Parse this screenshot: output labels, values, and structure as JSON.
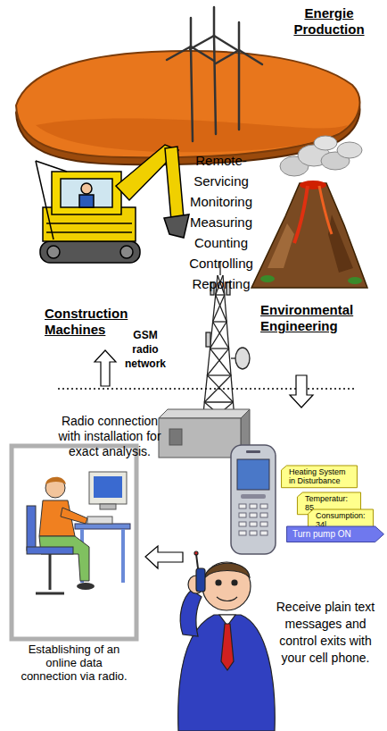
{
  "diagram": {
    "nodes": [
      {
        "text": [
          "Heating System in Disturbance"
        ]
      },
      {
        "text": [
          "Temperatur: 85"
        ]
      },
      {
        "text": [
          "Consumption: 34l"
        ]
      },
      {
        "text": [
          "Turn pump ON"
        ]
      }
    ],
    "labels": [
      "Energie Production",
      "Remote-Servicing Monitoring Measuring Counting Controlling Reporting",
      "Construction Machines",
      "GSM radio network",
      "Environmental Engineering",
      "Radio connection with installation for exact analysis.",
      "Establishing of an online data connection via radio.",
      "Receive plain text messages and control exits with your cell phone."
    ]
  }
}
